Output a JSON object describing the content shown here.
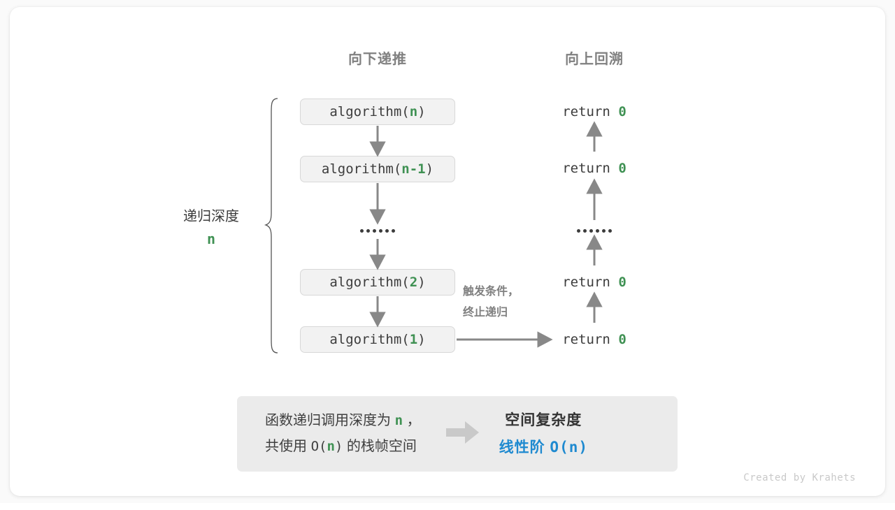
{
  "headers": {
    "down": "向下递推",
    "up": "向上回溯"
  },
  "depth": {
    "label": "递归深度",
    "value": "n"
  },
  "call_stack": [
    {
      "name": "algorithm",
      "arg": "n",
      "prefix": "algorithm(",
      "suffix": ")"
    },
    {
      "name": "algorithm",
      "arg": "n-1",
      "prefix": "algorithm(",
      "suffix": ")"
    },
    {
      "name": "algorithm",
      "arg": "2",
      "prefix": "algorithm(",
      "suffix": ")"
    },
    {
      "name": "algorithm",
      "arg": "1",
      "prefix": "algorithm(",
      "suffix": ")"
    }
  ],
  "returns": [
    {
      "keyword": "return",
      "value": "0"
    },
    {
      "keyword": "return",
      "value": "0"
    },
    {
      "keyword": "return",
      "value": "0"
    },
    {
      "keyword": "return",
      "value": "0"
    }
  ],
  "ellipsis": "••••••",
  "trigger_note": {
    "line1": "触发条件，",
    "line2": "终止递归"
  },
  "summary": {
    "left_line1_pre": "函数递归调用深度为",
    "left_line1_var": "n",
    "left_line1_post": "，",
    "left_line2_pre": "共使用",
    "left_line2_big_o_open": "O(",
    "left_line2_var": "n",
    "left_line2_big_o_close": ")",
    "left_line2_post": "的栈帧空间",
    "right_title": "空间复杂度",
    "right_value_text": "线性阶",
    "right_value_mono": "O(n)"
  },
  "credit": "Created by Krahets",
  "colors": {
    "green": "#3f9153",
    "blue": "#1f8ad0",
    "gray_text": "#808080",
    "dark_text": "#3c3c3c",
    "arrow": "#888888",
    "box_fill": "#f2f2f2",
    "panel_fill": "#ebebeb"
  }
}
